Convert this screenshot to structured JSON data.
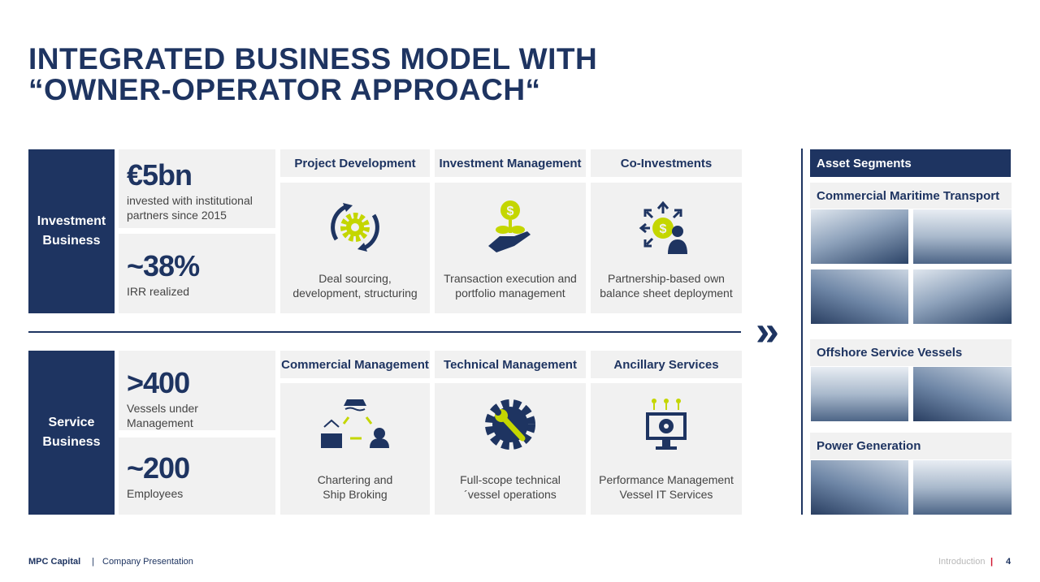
{
  "title": {
    "line1": "INTEGRATED BUSINESS MODEL WITH",
    "line2": "“OWNER-OPERATOR APPROACH“"
  },
  "investment": {
    "label_1": "Investment",
    "label_2": "Business",
    "stats": [
      {
        "value": "€5bn",
        "text": "invested with institutional partners since 2015"
      },
      {
        "value": "~38%",
        "text": "IRR realized"
      }
    ],
    "cards": [
      {
        "header": "Project Development",
        "text": "Deal sourcing, development, structuring",
        "icon": "gear-cycle-icon"
      },
      {
        "header": "Investment Management",
        "text": "Transaction execution and portfolio management",
        "icon": "money-plant-hand-icon"
      },
      {
        "header": "Co-Investments",
        "text": "Partnership-based own balance sheet deployment",
        "icon": "investor-arrows-icon"
      }
    ]
  },
  "service": {
    "label_1": "Service",
    "label_2": "Business",
    "stats": [
      {
        "value": ">400",
        "text": "Vessels under Management"
      },
      {
        "value": "~200",
        "text": "Employees"
      }
    ],
    "cards": [
      {
        "header": "Commercial Management",
        "text_1": "Chartering and",
        "text_2": "Ship Broking",
        "icon": "chartering-icon"
      },
      {
        "header": "Technical Management",
        "text_1": "Full-scope technical",
        "text_2": "´vessel operations",
        "icon": "gear-wrench-icon"
      },
      {
        "header": "Ancillary Services",
        "text_1": "Performance Management",
        "text_2": "Vessel IT Services",
        "icon": "monitor-gear-icon"
      }
    ]
  },
  "chevron": "»",
  "assets": {
    "header": "Asset Segments",
    "segments": [
      "Commercial Maritime Transport",
      "Offshore Service Vessels",
      "Power Generation"
    ]
  },
  "footer": {
    "brand": "MPC Capital",
    "separator": "|",
    "doc": "Company Presentation",
    "section": "Introduction",
    "page": "4"
  },
  "colors": {
    "navy": "#1e3461",
    "lime": "#c4d600",
    "grey": "#f1f1f1"
  }
}
